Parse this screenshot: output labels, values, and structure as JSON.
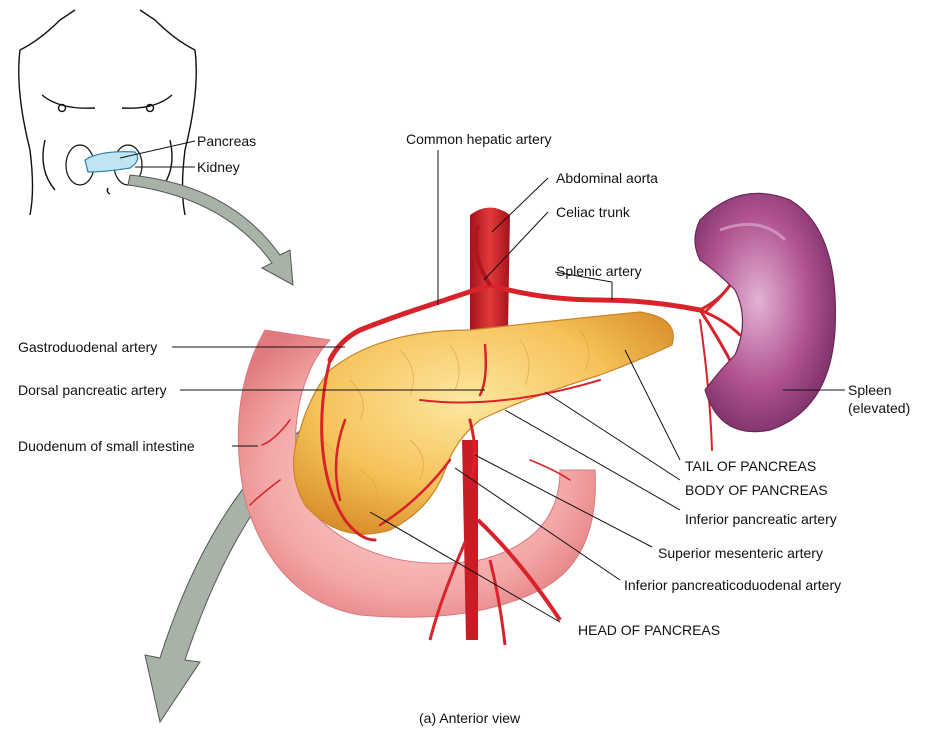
{
  "inset": {
    "labels": {
      "pancreas": "Pancreas",
      "kidney": "Kidney"
    }
  },
  "labels": {
    "common_hepatic_artery": "Common hepatic artery",
    "abdominal_aorta": "Abdominal aorta",
    "celiac_trunk": "Celiac trunk",
    "splenic_artery": "Splenic artery",
    "gastroduodenal_artery": "Gastroduodenal artery",
    "dorsal_pancreatic_artery": "Dorsal pancreatic artery",
    "duodenum": "Duodenum of small intestine",
    "spleen_line1": "Spleen",
    "spleen_line2": "(elevated)",
    "tail_of_pancreas": "TAIL OF PANCREAS",
    "body_of_pancreas": "BODY OF PANCREAS",
    "inferior_pancreatic_artery": "Inferior pancreatic artery",
    "superior_mesenteric_artery": "Superior mesenteric artery",
    "inferior_pancreaticoduodenal_artery": "Inferior pancreaticoduodenal artery",
    "head_of_pancreas": "HEAD OF PANCREAS"
  },
  "caption": "(a) Anterior view",
  "colors": {
    "artery": "#d8232a",
    "pancreas": "#f6c25a",
    "pancreas_dark": "#d9902c",
    "duodenum": "#f4a7a7",
    "spleen": "#b0528f",
    "arrow": "#a7b3a7",
    "leader": "#111111"
  }
}
